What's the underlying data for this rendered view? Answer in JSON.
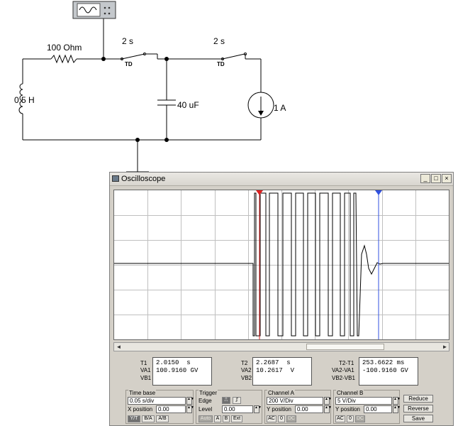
{
  "circuit": {
    "resistor": "100 Ohm",
    "inductor": "0.5 H",
    "capacitor": "40 uF",
    "current_source": "1 A",
    "switch1_time": "2 s",
    "switch2_time": "2 s",
    "switch_tag": "TD"
  },
  "window": {
    "title": "Oscilloscope",
    "min": "_",
    "max": "□",
    "close": "×"
  },
  "scroll": {
    "left": "◄",
    "right": "►"
  },
  "measurements": {
    "t1": {
      "label": "T1",
      "time": "2.0150  s",
      "va": "100.9160 GV",
      "vb": ""
    },
    "t2": {
      "label": "T2",
      "time": "2.2687  s",
      "va": "10.2617  V",
      "vb": ""
    },
    "delta": {
      "label": "T2-T1",
      "time": "253.6622 ms",
      "va": "-100.9160 GV",
      "vb": ""
    },
    "labels": {
      "va1": "VA1",
      "vb1": "VB1",
      "va2": "VA2",
      "vb2": "VB2",
      "dva": "VA2-VA1",
      "dvb": "VB2-VB1"
    }
  },
  "controls": {
    "timebase": {
      "title": "Time base",
      "scale": "0.05 s/div",
      "xpos_label": "X position",
      "xpos": "0.00",
      "modes": [
        "Y/T",
        "B/A",
        "A/B"
      ]
    },
    "trigger": {
      "title": "Trigger",
      "edge_label": "Edge",
      "level_label": "Level",
      "level": "0.00",
      "modes": [
        "Auto",
        "A",
        "B",
        "Ext"
      ]
    },
    "channel_a": {
      "title": "Channel A",
      "scale": "200 V/Div",
      "ypos_label": "Y position",
      "ypos": "0.00",
      "coupling": [
        "AC",
        "0",
        "DC"
      ]
    },
    "channel_b": {
      "title": "Channel B",
      "scale": "5 V/Div",
      "ypos_label": "Y position",
      "ypos": "0.00",
      "coupling": [
        "AC",
        "0",
        "DC"
      ]
    },
    "buttons": {
      "reduce": "Reduce",
      "reverse": "Reverse",
      "save": "Save"
    }
  },
  "colors": {
    "trace": "#000000",
    "cursor1": "#e02020",
    "cursor2": "#3050e0",
    "grid": "#c0c0c0"
  }
}
